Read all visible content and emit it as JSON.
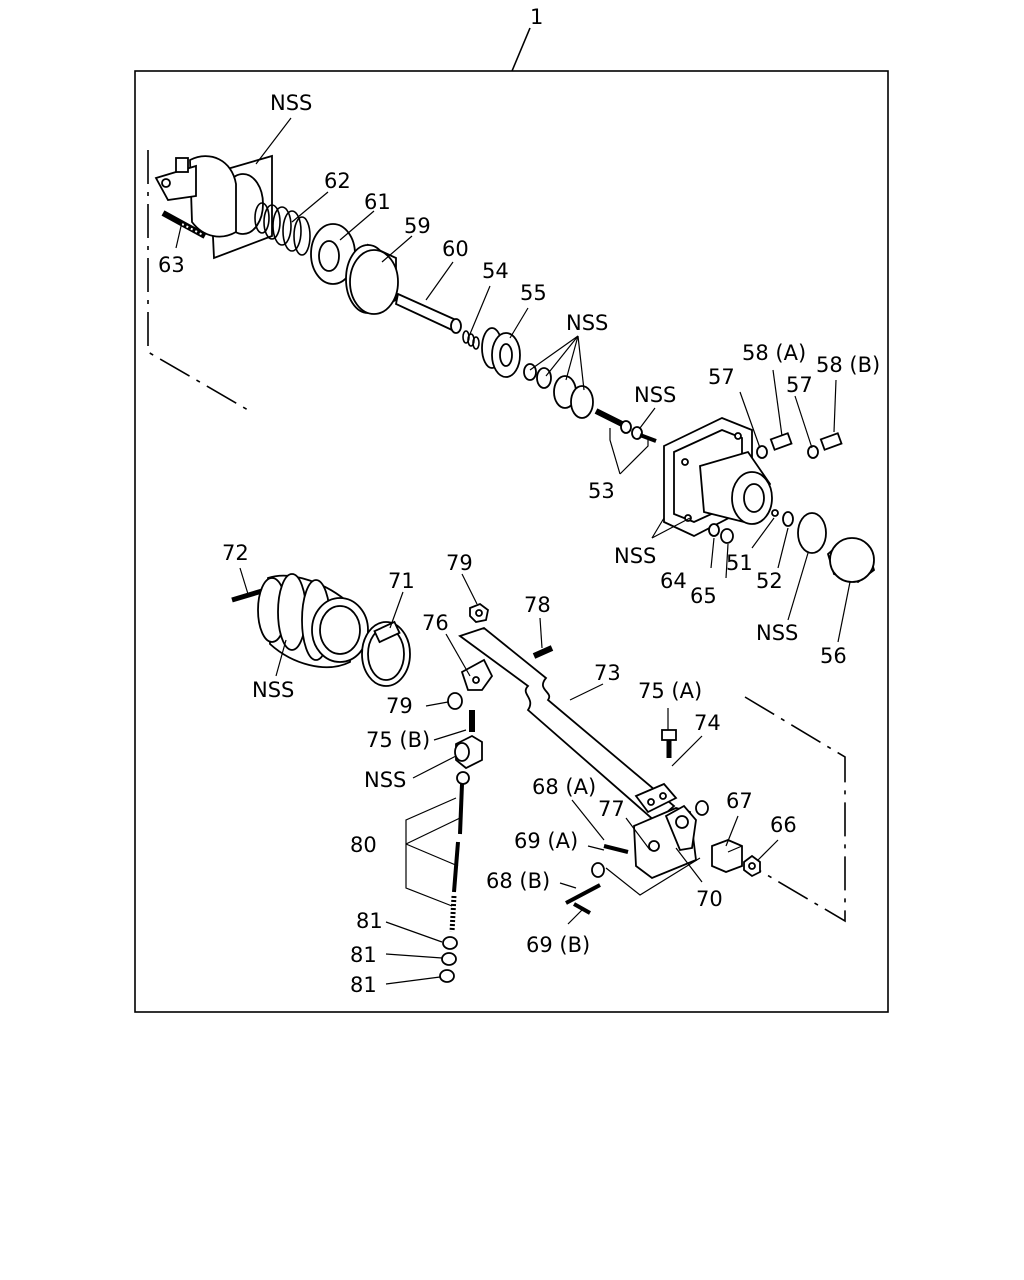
{
  "assembly_label": "1",
  "labels": {
    "nss": "NSS",
    "p51": "51",
    "p52": "52",
    "p53": "53",
    "p54": "54",
    "p55": "55",
    "p56": "56",
    "p57": "57",
    "p58a": "58 (A)",
    "p58b": "58 (B)",
    "p59": "59",
    "p60": "60",
    "p61": "61",
    "p62": "62",
    "p63": "63",
    "p64": "64",
    "p65": "65",
    "p66": "66",
    "p67": "67",
    "p68a": "68 (A)",
    "p68b": "68 (B)",
    "p69a": "69 (A)",
    "p69b": "69 (B)",
    "p70": "70",
    "p71": "71",
    "p72": "72",
    "p73": "73",
    "p74": "74",
    "p75a": "75 (A)",
    "p75b": "75 (B)",
    "p76": "76",
    "p77": "77",
    "p78": "78",
    "p79": "79",
    "p80": "80",
    "p81": "81"
  }
}
